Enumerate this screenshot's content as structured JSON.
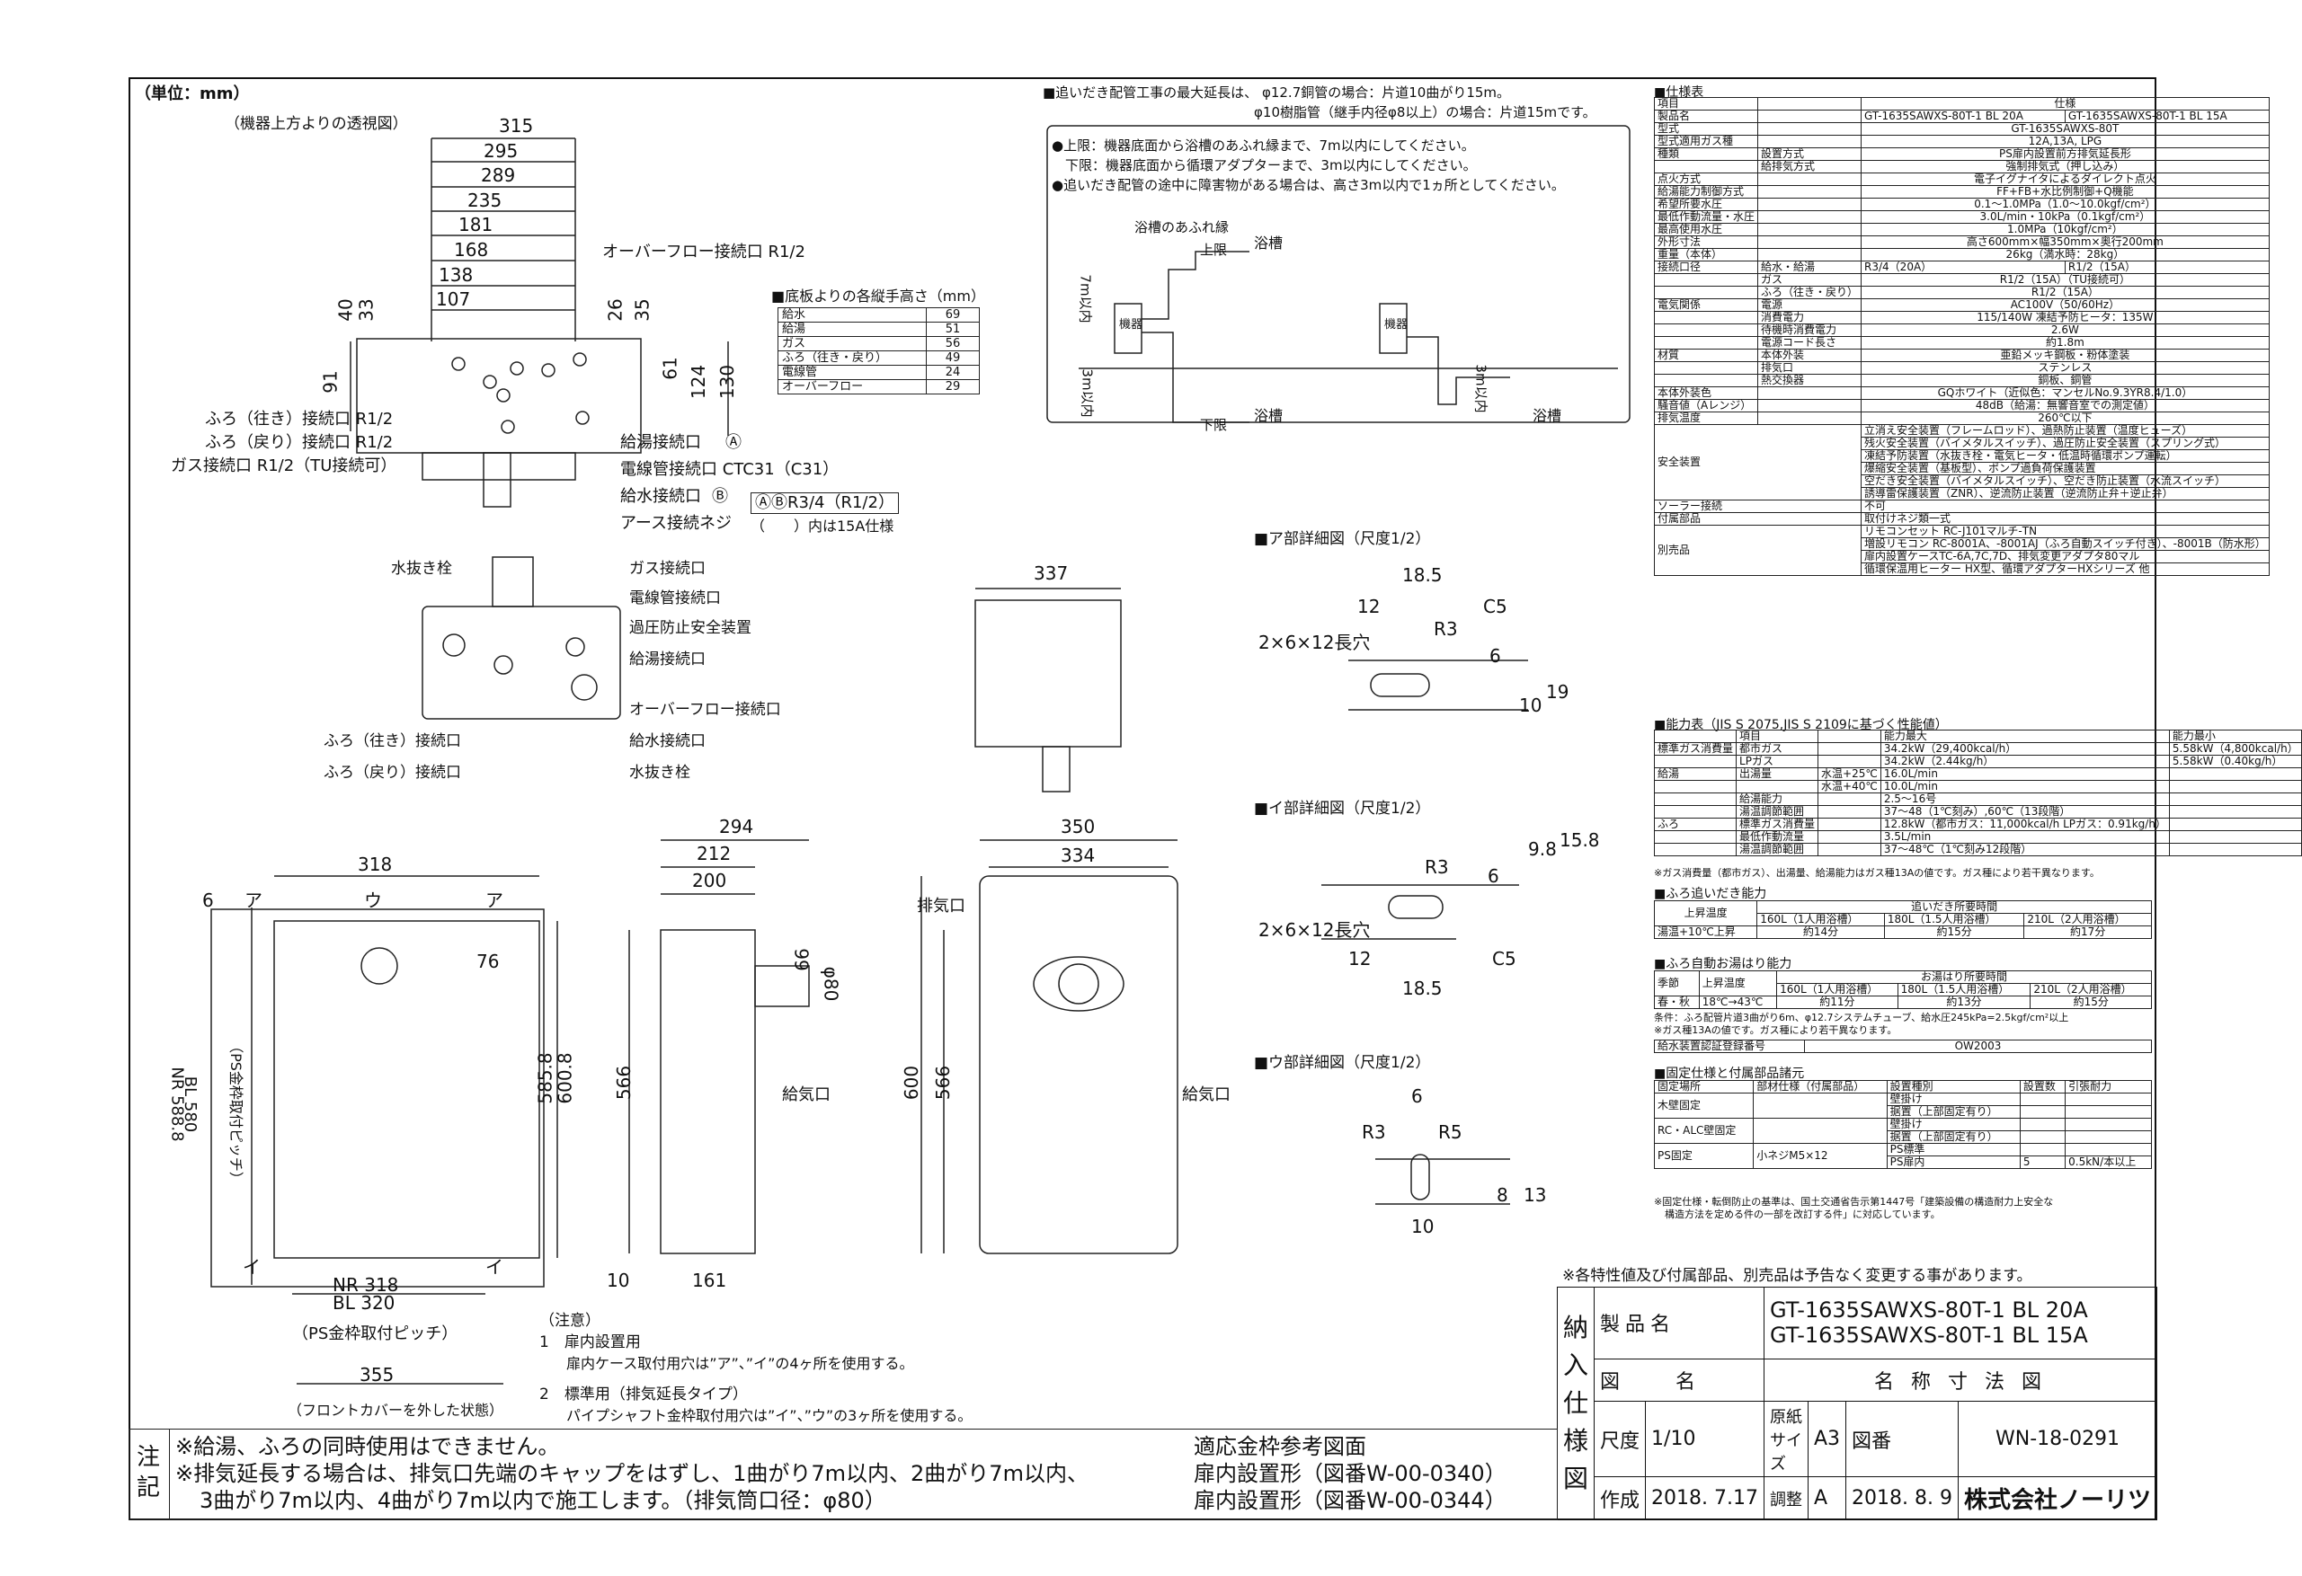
{
  "unit_label": "（単位：mm）",
  "top_view": {
    "caption": "（機器上方よりの透視図）",
    "widths": [
      "315",
      "295",
      "289",
      "235",
      "181",
      "168",
      "138",
      "107"
    ],
    "heights": [
      "40",
      "33",
      "26",
      "35",
      "91",
      "61",
      "124",
      "130"
    ],
    "labels": {
      "overflow": "オーバーフロー接続口 R1/2",
      "bath_go": "ふろ（往き）接続口 R1/2",
      "bath_return": "ふろ（戻り）接続口 R1/2",
      "gas": "ガス接続口 R1/2（TU接続可）",
      "hot_water": "給湯接続口",
      "conduit": "電線管接続口 CTC31（C31）",
      "water_supply": "給水接続口",
      "earth": "アース接続ネジ",
      "circle_a": "Ⓐ",
      "circle_b": "Ⓑ",
      "ab_note": "ⒶⒷR3/4（R1/2）",
      "paren_note": "（　　）内は15A仕様"
    }
  },
  "height_table": {
    "title": "■底板よりの各縦手高さ（mm）",
    "rows": [
      [
        "給水",
        "69"
      ],
      [
        "給湯",
        "51"
      ],
      [
        "ガス",
        "56"
      ],
      [
        "ふろ（往き・戻り）",
        "49"
      ],
      [
        "電線管",
        "24"
      ],
      [
        "オーバーフロー",
        "29"
      ]
    ]
  },
  "piping_note": {
    "line1": "■追いだき配管工事の最大延長は、 φ12.7銅管の場合：片道10曲がり15m。",
    "line2": "φ10樹脂管（継手内径φ8以上）の場合：片道15mです。",
    "b1": "●上限：機器底面から浴槽のあふれ縁まで、7m以内にしてください。",
    "b2": "下限：機器底面から循環アダプターまで、3m以内にしてください。",
    "b3": "●追いだき配管の途中に障害物がある場合は、高さ3m以内で1ヵ所としてください。",
    "overflow_edge": "浴槽のあふれ縁",
    "upper": "上限",
    "lower": "下限",
    "tub": "浴槽",
    "within7": "7m以内",
    "within3": "3m以内",
    "unit_label": "機器"
  },
  "bottom_view": {
    "labels": {
      "drain": "水抜き栓",
      "gas": "ガス接続口",
      "conduit": "電線管接続口",
      "relief": "過圧防止安全装置",
      "hot": "給湯接続口",
      "overflow": "オーバーフロー接続口",
      "bath_go": "ふろ（往き）接続口",
      "water": "給水接続口",
      "bath_ret": "ふろ（戻り）接続口",
      "drain2": "水抜き栓"
    }
  },
  "detail_a": {
    "title": "■ア部詳細図（尺度1/2）",
    "d1": "18.5",
    "d2": "12",
    "r": "R3",
    "c": "C5",
    "slot": "2×6×12長穴",
    "d6": "6",
    "d10": "10",
    "d19": "19"
  },
  "detail_i": {
    "title": "■イ部詳細図（尺度1/2）",
    "r": "R3",
    "d6": "6",
    "d98": "9.8",
    "d158": "15.8",
    "slot": "2×6×12長穴",
    "d12": "12",
    "c": "C5",
    "d185": "18.5"
  },
  "detail_u": {
    "title": "■ウ部詳細図（尺度1/2）",
    "d6": "6",
    "r3": "R3",
    "r5": "R5",
    "d8": "8",
    "d13": "13",
    "d10": "10"
  },
  "front_view": {
    "w318": "318",
    "a1": "ア",
    "u": "ウ",
    "a2": "ア",
    "d6": "6",
    "d76": "76",
    "nr": "NR 588.8",
    "bl": "BL 580",
    "ps": "（PS金枠取付ピッチ）",
    "h5858": "585.8",
    "h6008": "600.8",
    "i1": "イ",
    "i2": "イ",
    "nr318": "NR 318",
    "bl320": "BL 320",
    "ps2": "（PS金枠取付ピッチ）",
    "w355": "355",
    "caption": "（フロントカバーを外した状態）"
  },
  "side_view": {
    "w294": "294",
    "w212": "212",
    "w200": "200",
    "h566": "566",
    "d80": "φ80",
    "d66": "66",
    "intake": "給気口",
    "d10": "10",
    "d161": "161"
  },
  "front2_view": {
    "w350": "350",
    "w334": "334",
    "exhaust": "排気口",
    "h600": "600",
    "h566": "566",
    "intake": "給気口"
  },
  "top2_view": {
    "w337": "337"
  },
  "notes_attn": {
    "title": "（注意）",
    "n1": "1　扉内設置用",
    "n1b": "扉内ケース取付用穴は”ア”、”イ”の4ヶ所を使用する。",
    "n2": "2　標準用（排気延長タイプ）",
    "n2b": "パイプシャフト金枠取付用穴は”イ”、”ウ”の3ヶ所を使用する。"
  },
  "spec": {
    "title": "■仕様表",
    "rows": [
      [
        "項目",
        "",
        "仕様",
        ""
      ],
      [
        "製品名",
        "",
        "GT-1635SAWXS-80T-1 BL 20A",
        "GT-1635SAWXS-80T-1 BL 15A"
      ],
      [
        "型式",
        "",
        "GT-1635SAWXS-80T",
        ""
      ],
      [
        "型式適用ガス種",
        "",
        "12A,13A, LPG",
        ""
      ],
      [
        "種類",
        "設置方式",
        "PS扉内設置前方排気延長形",
        ""
      ],
      [
        "",
        "給排気方式",
        "強制排気式（押し込み）",
        ""
      ],
      [
        "点火方式",
        "",
        "電子イグナイタによるダイレクト点火",
        ""
      ],
      [
        "給湯能力制御方式",
        "",
        "FF+FB+水比例制御+Q機能",
        ""
      ],
      [
        "希望所要水圧",
        "",
        "0.1〜1.0MPa（1.0〜10.0kgf/cm²）",
        ""
      ],
      [
        "最低作動流量・水圧",
        "",
        "3.0L/min・10kPa（0.1kgf/cm²）",
        ""
      ],
      [
        "最高使用水圧",
        "",
        "1.0MPa（10kgf/cm²）",
        ""
      ],
      [
        "外形寸法",
        "",
        "高さ600mm×幅350mm×奥行200mm",
        ""
      ],
      [
        "重量（本体）",
        "",
        "26kg（満水時：28kg）",
        ""
      ],
      [
        "接続口径",
        "給水・給湯",
        "R3/4（20A）",
        "R1/2（15A）"
      ],
      [
        "",
        "ガス",
        "R1/2（15A）（TU接続可）",
        ""
      ],
      [
        "",
        "ふろ（往き・戻り）",
        "R1/2（15A）",
        ""
      ],
      [
        "電気関係",
        "電源",
        "AC100V（50/60Hz）",
        ""
      ],
      [
        "",
        "消費電力",
        "115/140W 凍結予防ヒータ：135W",
        ""
      ],
      [
        "",
        "待機時消費電力",
        "2.6W",
        ""
      ],
      [
        "",
        "電源コード長さ",
        "約1.8m",
        ""
      ],
      [
        "材質",
        "本体外装",
        "亜鉛メッキ鋼板・粉体塗装",
        ""
      ],
      [
        "",
        "排気口",
        "ステンレス",
        ""
      ],
      [
        "",
        "熱交換器",
        "銅板、銅管",
        ""
      ],
      [
        "本体外装色",
        "",
        "GQホワイト（近似色：マンセルNo.9.3YR8.4/1.0）",
        ""
      ],
      [
        "騒音値（Aレンジ）",
        "",
        "48dB（給湯：無響音室での測定値）",
        ""
      ],
      [
        "排気温度",
        "",
        "260℃以下",
        ""
      ]
    ],
    "safety_label": "安全装置",
    "safety": [
      "立消え安全装置（フレームロッド）、過熱防止装置（温度ヒューズ）",
      "残火安全装置（バイメタルスイッチ）、過圧防止安全装置（スプリング式）",
      "凍結予防装置（水抜き栓・電気ヒータ・低温時循環ポンプ運転）",
      "爆縮安全装置（基板型）、ポンプ過負荷保護装置",
      "空だき安全装置（バイメタルスイッチ）、空だき防止装置（水流スイッチ）",
      "誘導雷保護装置（ZNR）、逆流防止装置（逆流防止弁＋逆止弁）"
    ],
    "solar_label": "ソーラー接続",
    "solar": "不可",
    "accessory_label": "付属部品",
    "accessory": "取付けネジ類一式",
    "separate_label": "別売品",
    "separate": [
      "リモコンセット RC-J101マルチ-TN",
      "増設リモコン RC-8001A、-8001AJ（ふろ自動スイッチ付き）、-8001B（防水形）",
      "扉内設置ケースTC-6A,7C,7D、排気変更アダプタ80マル",
      "循環保温用ヒーター HX型、循環アダプターHXシリーズ 他"
    ]
  },
  "capacity": {
    "title": "■能力表（JIS S 2075,JIS S 2109に基づく性能値）",
    "rows": [
      [
        "",
        "項目",
        "",
        "能力最大",
        "能力最小"
      ],
      [
        "標準ガス消費量",
        "都市ガス",
        "",
        "34.2kW（29,400kcal/h）",
        "5.58kW（4,800kcal/h）"
      ],
      [
        "",
        "LPガス",
        "",
        "34.2kW（2.44kg/h）",
        "5.58kW（0.40kg/h）"
      ],
      [
        "給湯",
        "出湯量",
        "水温+25℃",
        "16.0L/min",
        ""
      ],
      [
        "",
        "",
        "水温+40℃",
        "10.0L/min",
        ""
      ],
      [
        "",
        "給湯能力",
        "",
        "2.5〜16号",
        ""
      ],
      [
        "",
        "湯温調節範囲",
        "",
        "37〜48（1℃刻み）,60℃（13段階）",
        ""
      ],
      [
        "ふろ",
        "標準ガス消費量",
        "",
        "12.8kW（都市ガス：11,000kcal/h LPガス：0.91kg/h）",
        ""
      ],
      [
        "",
        "最低作動流量",
        "",
        "3.5L/min",
        ""
      ],
      [
        "",
        "湯温調節範囲",
        "",
        "37〜48℃（1℃刻み12段階）",
        ""
      ]
    ],
    "note": "※ガス消費量（都市ガス）、出湯量、給湯能力はガス種13Aの値です。ガス種により若干異なります。"
  },
  "reheat": {
    "title": "■ふろ追いだき能力",
    "h1": "上昇温度",
    "h2": "追いだき所要時間",
    "c1": "160L（1人用浴槽）",
    "c2": "180L（1.5人用浴槽）",
    "c3": "210L（2人用浴槽）",
    "r": "湯温+10℃上昇",
    "v1": "約14分",
    "v2": "約15分",
    "v3": "約17分"
  },
  "autofill": {
    "title": "■ふろ自動お湯はり能力",
    "h0": "季節",
    "h1": "上昇温度",
    "h2": "お湯はり所要時間",
    "c1": "160L（1人用浴槽）",
    "c2": "180L（1.5人用浴槽）",
    "c3": "210L（2人用浴槽）",
    "r0": "春・秋",
    "r1": "18℃→43℃",
    "v1": "約11分",
    "v2": "約13分",
    "v3": "約15分",
    "note1": "条件：ふろ配管片道3曲がり6m、φ12.7システムチューブ、給水圧245kPa=2.5kgf/cm²以上",
    "note2": "※ガス種13Aの値です。ガス種により若干異なります。",
    "reg_label": "給水装置認証登録番号",
    "reg": "OW2003"
  },
  "fixing": {
    "title": "■固定仕様と付属部品諸元",
    "h1": "固定場所",
    "h2": "部材仕様（付属部品）",
    "h3": "設置種別",
    "h4": "設置数",
    "h5": "引張耐力",
    "wood": "木壁固定",
    "rc": "RC・ALC壁固定",
    "ps": "PS固定",
    "w1": "壁掛け",
    "w2": "据置（上部固定有り）",
    "rc1": "壁掛け",
    "rc2": "据置（上部固定有り）",
    "p1": "PS標準",
    "p2": "PS扉内",
    "screw": "小ネジM5×12",
    "n5": "5",
    "force": "0.5kN/本以上",
    "note1": "※固定仕様・転倒防止の基準は、国土交通省告示第1447号「建築設備の構造耐力上安全な",
    "note2": "構造方法を定める件の一部を改訂する件」に対応しています。"
  },
  "general_note": "※各特性値及び付属部品、別売品は予告なく変更する事があります。",
  "title_block": {
    "side": "納入仕様図",
    "product_label": "製品名",
    "product1": "GT-1635SAWXS-80T-1 BL 20A",
    "product2": "GT-1635SAWXS-80T-1 BL 15A",
    "drawing_label": "図　　名",
    "drawing": "名 称 寸 法 図",
    "scale_label": "尺度",
    "scale": "1/10",
    "paper_label": "原紙サイズ",
    "paper": "A3",
    "number_label": "図番",
    "number": "WN-18-0291",
    "made_label": "作成",
    "made": "2018. 7.17",
    "rev_label": "調整",
    "rev": "A",
    "rev_date": "2018. 8. 9",
    "company": "株式会社ノーリツ"
  },
  "bottom_notes": {
    "side": "注記",
    "l1": "※給湯、ふろの同時使用はできません。",
    "l2": "※排気延長する場合は、排気口先端のキャップをはずし、1曲がり7m以内、2曲がり7m以内、",
    "l3": "3曲がり7m以内、4曲がり7m以内で施工します。（排気筒口径：φ80）",
    "ref_title": "適応金枠参考図面",
    "ref1": "扉内設置形（図番W-00-0340）",
    "ref2": "扉内設置形（図番W-00-0344）"
  }
}
